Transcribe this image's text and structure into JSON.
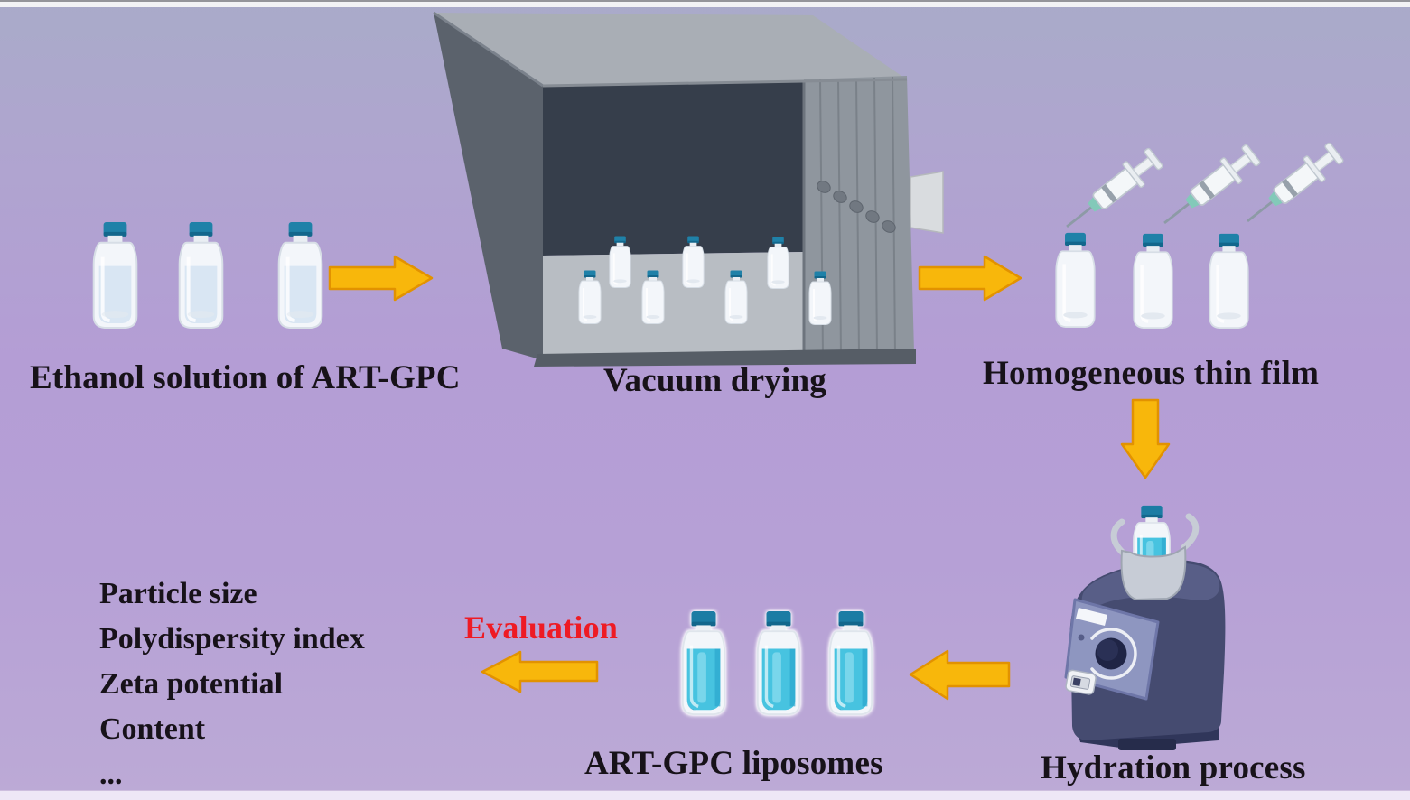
{
  "labels": {
    "ethanol": "Ethanol solution of ART-GPC",
    "vacuum_drying": "Vacuum drying",
    "thin_film": "Homogeneous thin film",
    "hydration": "Hydration process",
    "liposomes": "ART-GPC liposomes",
    "evaluation": "Evaluation"
  },
  "criteria": [
    "Particle size",
    "Polydispersity index",
    "Zeta potential",
    "Content",
    "..."
  ],
  "colors": {
    "background_top": "#a9abc9",
    "background_mid": "#b49dd5",
    "background_bottom": "#bcaad6",
    "arrow_fill": "#F8B70B",
    "arrow_stroke": "#E29200",
    "bottle_cap_teal": "#1F81A8",
    "liposome_liquid_cyan": "#47C3E0",
    "ethanol_liquid_pale_blue": "#D9E6F3",
    "evaluation_red": "#EE1B24",
    "label_text": "#171219",
    "oven_door_gray": "#8F969E",
    "oven_interior_dark": "#363E4B",
    "mixer_body_navy": "#454B70",
    "mixer_panel_periwinkle": "#8E96C0"
  },
  "icons": {
    "ethanol_step": "vial-bottle-icon",
    "vacuum_step": "vacuum-oven-icon",
    "film_step": "syringe-icon",
    "hydration_step": "vortex-mixer-icon",
    "liposome_step": "vial-bottle-icon",
    "flow": "flow-arrow-icon"
  }
}
